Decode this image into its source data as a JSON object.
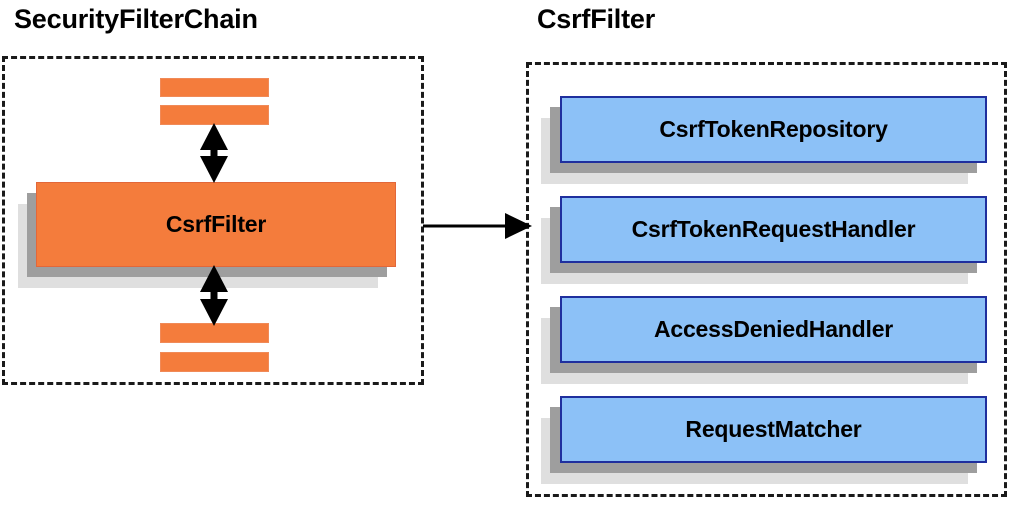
{
  "diagram": {
    "type": "component-diagram",
    "background": "#ffffff",
    "colors": {
      "orange_fill": "#f47c3c",
      "orange_border": "#e2673a",
      "blue_fill": "#8cc1f7",
      "blue_border": "#1f2f9e",
      "shadow_near": "#9e9e9e",
      "shadow_far": "#dfdfdf",
      "outline_dashed": "#1a1a1a",
      "text": "#000000"
    }
  },
  "left_panel": {
    "title": "SecurityFilterChain",
    "container_name": "security-filter-chain-boundary",
    "filters_above": [
      {
        "label": ""
      },
      {
        "label": ""
      }
    ],
    "highlighted_filter": {
      "label": "CsrfFilter"
    },
    "filters_below": [
      {
        "label": ""
      },
      {
        "label": ""
      }
    ]
  },
  "right_panel": {
    "title": "CsrfFilter",
    "container_name": "csrf-filter-boundary",
    "collaborators": [
      {
        "label": "CsrfTokenRepository"
      },
      {
        "label": "CsrfTokenRequestHandler"
      },
      {
        "label": "AccessDeniedHandler"
      },
      {
        "label": "RequestMatcher"
      }
    ]
  },
  "connectors": {
    "chain_up": {
      "name": "bidirectional-arrow-up",
      "style": "double-headed vertical"
    },
    "chain_down": {
      "name": "bidirectional-arrow-down",
      "style": "double-headed vertical"
    },
    "zoom_link": {
      "name": "expand-arrow",
      "style": "single-headed horizontal"
    }
  }
}
